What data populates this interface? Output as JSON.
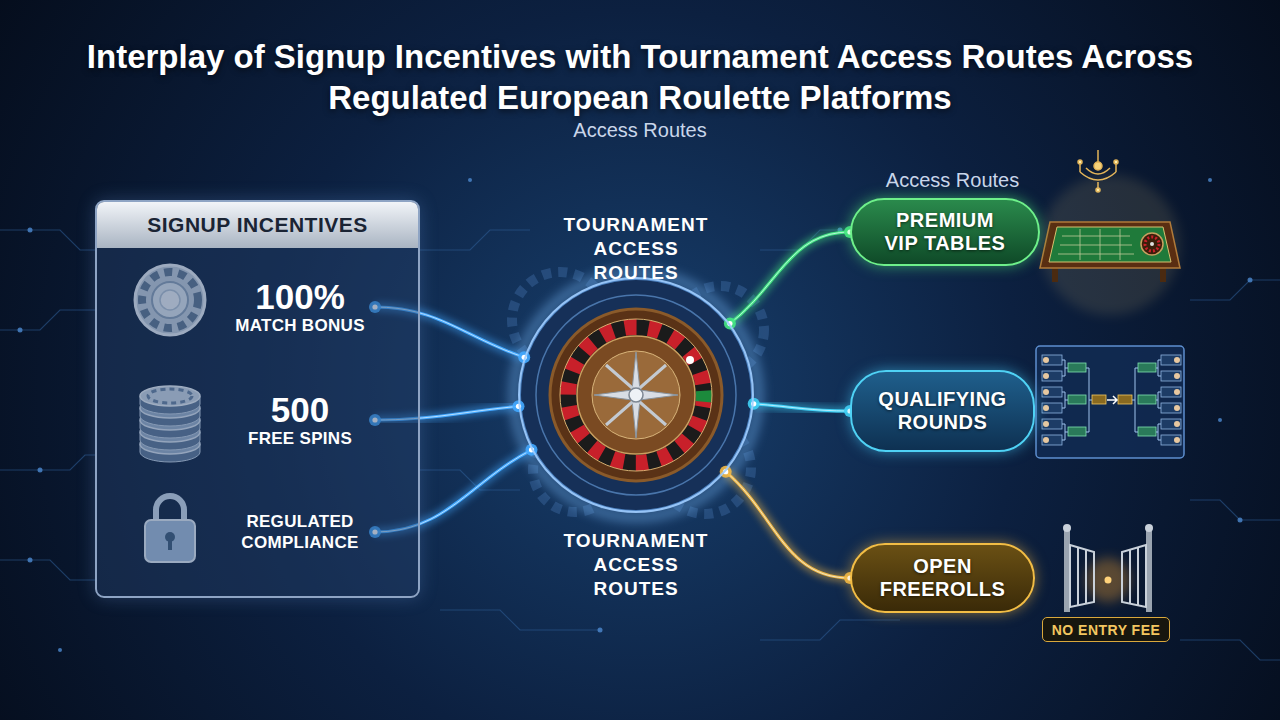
{
  "diagram": {
    "title": "Interplay of Signup Incentives with Tournament Access Routes Across Regulated European Roulette Platforms",
    "nodes": [
      {
        "text": [
          "SIGNUP INCENTIVES"
        ]
      },
      {
        "text": [
          "100%",
          "MATCH BONUS"
        ],
        "in": 0
      },
      {
        "text": [
          "500",
          "FREE SPINS"
        ],
        "in": 0
      },
      {
        "text": [
          "REGULATED COMPLIANCE"
        ],
        "in": 0
      },
      {
        "text": [
          "TOURNAMENT ACCESS ROUTES",
          "TOURNAMENT ACCESS ROUTES"
        ]
      },
      {
        "text": [
          "PREMIUM VIP TABLES"
        ]
      },
      {
        "text": [
          "QUALIFYING ROUNDS"
        ]
      },
      {
        "text": [
          "OPEN FREEROLLS"
        ]
      },
      {
        "text": [
          "NO ENTRY FEE"
        ]
      }
    ],
    "edges": [
      {
        "from": 1,
        "to": 4,
        "arrow": "none"
      },
      {
        "from": 2,
        "to": 4,
        "arrow": "none"
      },
      {
        "from": 3,
        "to": 4,
        "arrow": "none"
      },
      {
        "from": 4,
        "to": 5,
        "arrow": "none"
      },
      {
        "from": 4,
        "to": 6,
        "arrow": "none"
      },
      {
        "from": 4,
        "to": 7,
        "arrow": "none"
      }
    ],
    "labels": [
      "Access Routes",
      "Access Routes"
    ]
  }
}
